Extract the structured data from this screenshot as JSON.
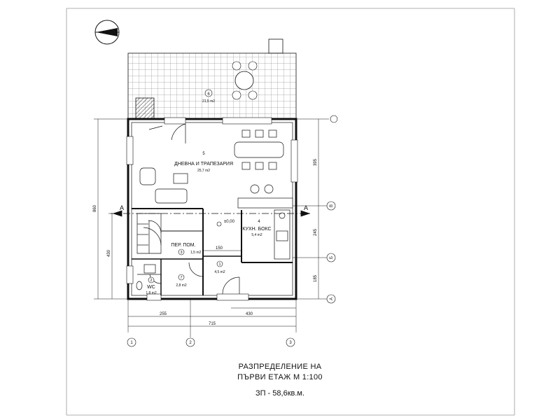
{
  "drawing": {
    "caption_line1": "РАЗПРЕДЕЛЕНИЕ НА",
    "caption_line2": "ПЪРВИ ЕТАЖ М 1:100",
    "built_area": "ЗП - 58,6кв.м."
  },
  "rooms": {
    "terrace": {
      "number": "6",
      "area": "21,5 m2"
    },
    "living": {
      "number": "5",
      "name": "ДНЕВНА И ТРАПЕЗАРИЯ",
      "area": "25,7 m2"
    },
    "kitchen": {
      "number": "4",
      "name": "КУХН. БОКС",
      "area": "5,4 m2"
    },
    "storage": {
      "number": "3",
      "name": "ПЕР. ПОМ.",
      "area": "1,5 m2"
    },
    "hall": {
      "number": "1",
      "area": "4,5 m2"
    },
    "closet": {
      "number": "7",
      "area": "2,8 m2"
    },
    "wc": {
      "number": "2",
      "name": "WC",
      "area": "1,8 m2"
    }
  },
  "levels": {
    "zero": "±0,00"
  },
  "section": {
    "label_left": "A",
    "label_right": "A"
  },
  "dimensions": {
    "bottom": [
      "255",
      "715",
      "430"
    ],
    "left": [
      "860",
      "430"
    ],
    "right": [
      "395",
      "245",
      "185"
    ],
    "interior": [
      "150"
    ]
  },
  "axes": {
    "bottom": [
      "1",
      "2",
      "3"
    ],
    "right": [
      "B",
      "Б",
      "A"
    ]
  },
  "colors": {
    "ink": "#111111",
    "hatch": "#555555",
    "paper": "#ffffff"
  }
}
